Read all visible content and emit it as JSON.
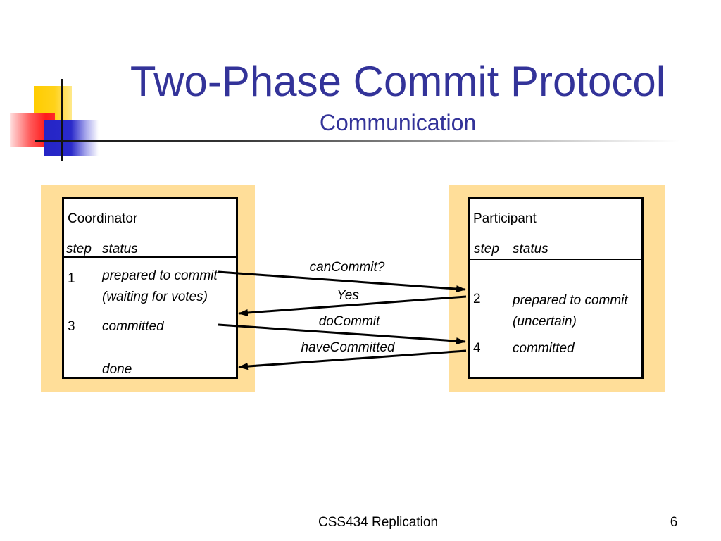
{
  "slide": {
    "title": "Two-Phase Commit Protocol",
    "subtitle": "Communication",
    "footer": "CSS434 Replication",
    "page_number": "6"
  },
  "coordinator": {
    "label": "Coordinator",
    "col_step": "step",
    "col_status": "status",
    "rows": [
      {
        "step": "1",
        "status": [
          "prepared to commit",
          "(waiting for votes)"
        ]
      },
      {
        "step": "3",
        "status": [
          "committed"
        ]
      },
      {
        "status": [
          "done"
        ]
      }
    ]
  },
  "participant": {
    "label": "Participant",
    "col_step": "step",
    "col_status": "status",
    "rows": [
      {
        "step": "2",
        "status": [
          "prepared to commit",
          "(uncertain)"
        ]
      },
      {
        "step": "4",
        "status": [
          "committed"
        ]
      }
    ]
  },
  "messages": [
    {
      "label": "canCommit?"
    },
    {
      "label": "Yes"
    },
    {
      "label": "doCommit"
    },
    {
      "label": "haveCommitted"
    }
  ],
  "colors": {
    "title": "#333399",
    "panel": "#FFDE99",
    "text": "#000000"
  }
}
